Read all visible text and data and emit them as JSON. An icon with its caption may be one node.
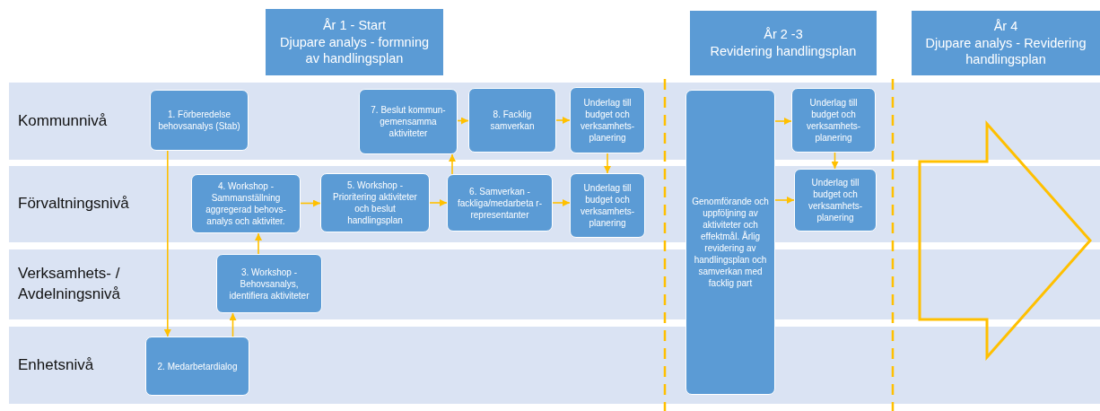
{
  "diagram": {
    "nodes": [
      {
        "text": [
          "År 1 - Start",
          "Djupare analys - formning av handlingsplan"
        ]
      },
      {
        "text": [
          "År 2 -3",
          "Revidering handlingsplan"
        ]
      },
      {
        "text": [
          "År 4",
          "Djupare analys - Revidering handlingsplan"
        ]
      },
      {
        "text": [
          "Kommunnivå"
        ]
      },
      {
        "text": [
          "Förvaltningsnivå"
        ]
      },
      {
        "text": [
          "Verksamhets- / Avdelningsnivå"
        ]
      },
      {
        "text": [
          "Enhetsnivå"
        ]
      },
      {
        "text": [
          "1. Förberedelse behovsanalys (Stab)"
        ],
        "in": 3
      },
      {
        "text": [
          "7. Beslut kommun- gemensamma aktiviteter"
        ],
        "in": 3
      },
      {
        "text": [
          "8. Facklig samverkan"
        ],
        "in": 3
      },
      {
        "text": [
          "Underlag till budget och verksamhets- planering"
        ],
        "in": 3
      },
      {
        "text": [
          "4. Workshop - Sammanställning aggregerad behovs- analys och aktiviter."
        ],
        "in": 4
      },
      {
        "text": [
          "5. Workshop - Prioritering aktiviteter och beslut handlingsplan"
        ],
        "in": 4
      },
      {
        "text": [
          "6. Samverkan - fackliga/medarbeta r- representanter"
        ],
        "in": 4
      },
      {
        "text": [
          "Underlag till budget och verksamhets- planering"
        ],
        "in": 4
      },
      {
        "text": [
          "3. Workshop - Behovsanalys, identifiera aktiviteter"
        ],
        "in": 5
      },
      {
        "text": [
          "2. Medarbetardialog"
        ],
        "in": 6
      },
      {
        "text": [
          "Genomförande och uppföljning av aktiviteter och effektmål. Årlig revidering av handlingsplan och samverkan med facklig part"
        ]
      },
      {
        "text": [
          "Underlag till budget och verksamhets- planering"
        ],
        "in": 3
      },
      {
        "text": [
          "Underlag till budget och verksamhets- planering"
        ],
        "in": 4
      }
    ],
    "edges": [
      {
        "from": 7,
        "to": 16,
        "arrow": "to"
      },
      {
        "from": 16,
        "to": 15,
        "arrow": "to"
      },
      {
        "from": 15,
        "to": 11,
        "arrow": "to"
      },
      {
        "from": 11,
        "to": 12,
        "arrow": "to"
      },
      {
        "from": 12,
        "to": 13,
        "arrow": "to"
      },
      {
        "from": 13,
        "to": 8,
        "arrow": "to"
      },
      {
        "from": 8,
        "to": 9,
        "arrow": "to"
      },
      {
        "from": 9,
        "to": 10,
        "arrow": "to"
      },
      {
        "from": 10,
        "to": 14,
        "arrow": "to"
      },
      {
        "from": 13,
        "to": 14,
        "arrow": "to"
      },
      {
        "from": 17,
        "to": 18,
        "arrow": "to"
      },
      {
        "from": 17,
        "to": 19,
        "arrow": "to"
      },
      {
        "from": 18,
        "to": 19,
        "arrow": "to"
      }
    ]
  }
}
